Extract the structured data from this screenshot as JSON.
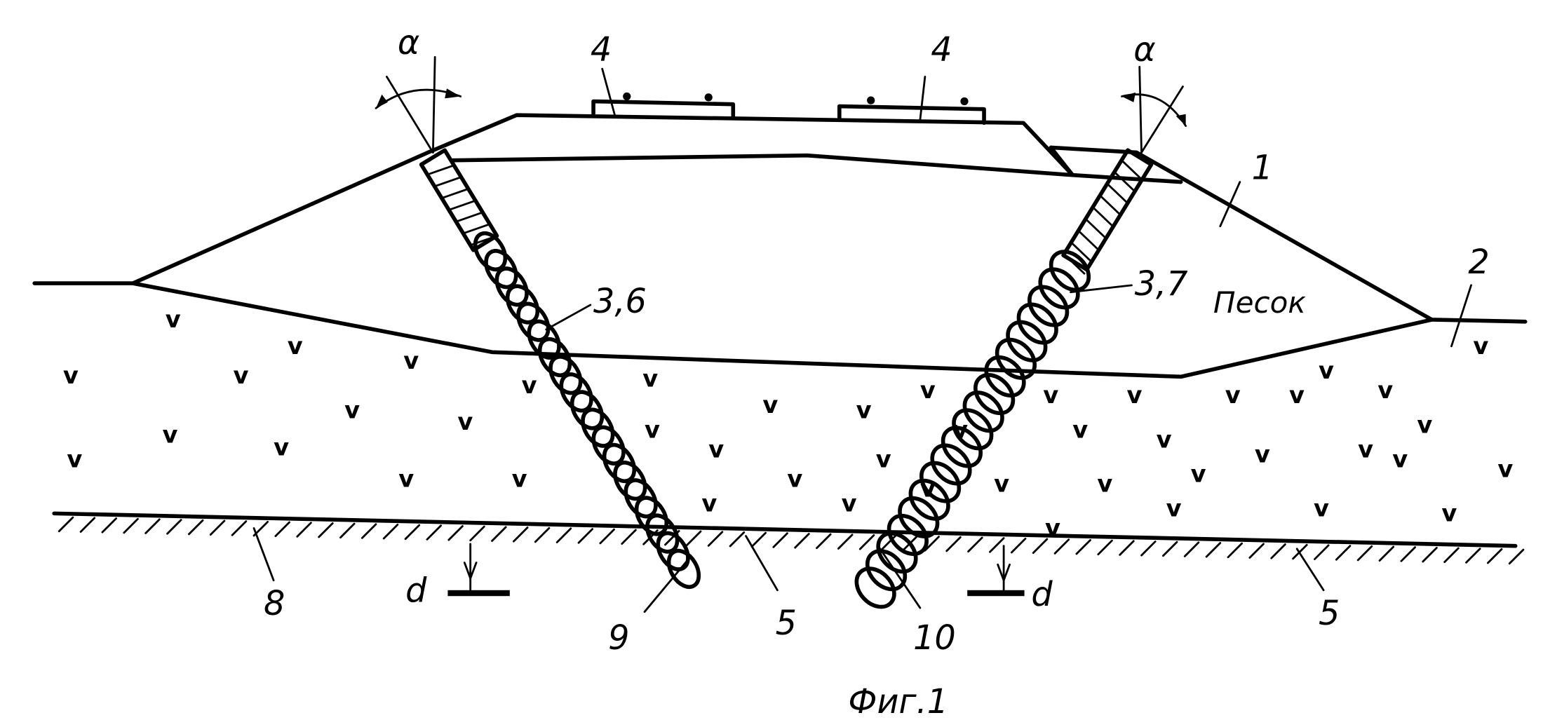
{
  "figure": {
    "caption": "Фиг.1",
    "labels": {
      "embankment": "1",
      "base": "2",
      "pile_left": "3,6",
      "pile_right": "3,7",
      "rail_left": "4",
      "rail_right": "4",
      "layer_5_left": "5",
      "layer_5_right": "5",
      "ground_8": "8",
      "tip_9": "9",
      "tip_10": "10",
      "depth_left": "d",
      "depth_right": "d",
      "angle_left": "α",
      "angle_right": "α",
      "material": "Песок"
    },
    "soil_mark": "v"
  }
}
